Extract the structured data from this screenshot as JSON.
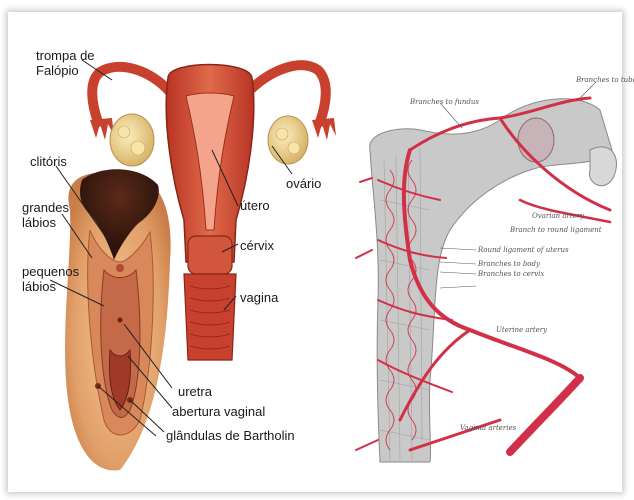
{
  "left_labels": {
    "trompa": "trompa de\nFalópio",
    "clitoris": "clitóris",
    "grandes": "grandes\nlábios",
    "pequenos": "pequenos\nlábios",
    "utero": "útero",
    "ovario": "ovário",
    "cervix": "cérvix",
    "vagina": "vagina",
    "uretra": "uretra",
    "abertura": "abertura vaginal",
    "glandulas": "glândulas de Bartholin"
  },
  "right_labels": {
    "fundus": "Branches to fundus",
    "tube": "Branches to tube",
    "ovarian": "Ovarian artery",
    "round_lig": "Branch to round ligament",
    "round_lig_uterus": "Round ligament of uterus",
    "body": "Branches to body",
    "cervix": "Branches to cervix",
    "uterine": "Uterine artery",
    "vaginal": "Vaginal arteries"
  },
  "colors": {
    "uterus": "#c8412e",
    "uterus_light": "#e07a5a",
    "ovary": "#f0dc9a",
    "skin": "#e2a06a",
    "hair": "#3a1a10",
    "artery": "#d23048",
    "tissue": "#9a9a9a"
  }
}
